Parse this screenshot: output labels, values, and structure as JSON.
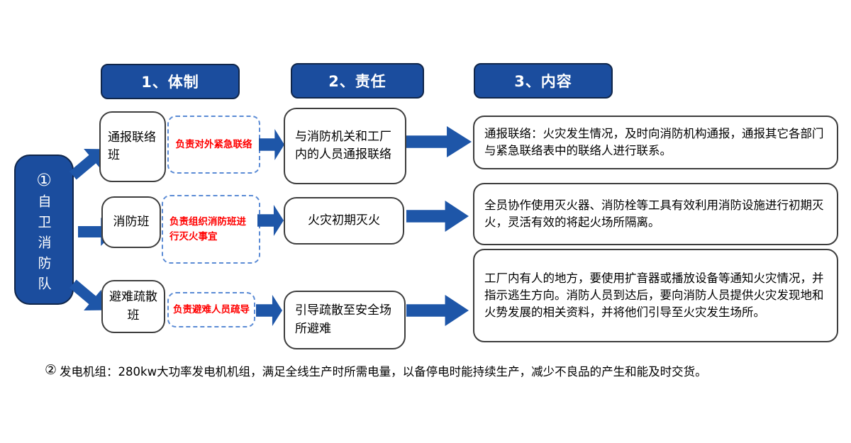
{
  "colors": {
    "primary_blue": "#1b4d9e",
    "arrow_blue": "#1e56a8",
    "dashed_border_blue": "#5b8bd5",
    "duty_text_red": "#ff0000",
    "box_border": "#3d3d3d",
    "background": "#ffffff"
  },
  "headers": [
    {
      "label": "1、体制"
    },
    {
      "label": "2、责任"
    },
    {
      "label": "3、内容"
    }
  ],
  "root": {
    "number": "①",
    "label": "自卫消防队"
  },
  "rows": [
    {
      "team": "通报联络班",
      "duty_note": "负责对外紧急联络",
      "responsibility": "与消防机关和工厂内的人员通报联络",
      "content": "通报联络：火灾发生情况，及时向消防机构通报，通报其它各部门与紧急联络表中的联络人进行联系。"
    },
    {
      "team": "消防班",
      "duty_note": "负责组织消防班进行灭火事宜",
      "responsibility": "火灾初期灭火",
      "content": "全员协作使用灭火器、消防栓等工具有效利用消防设施进行初期灭火，灵活有效的将起火场所隔离。"
    },
    {
      "team": "避难疏散班",
      "duty_note": "负责避难人员疏导",
      "responsibility": "引导疏散至安全场所避难",
      "content": "工厂内有人的地方，要使用扩音器或播放设备等通知火灾情况，并指示逃生方向。消防人员到达后，要向消防人员提供火灾发现地和火势发展的相关资料，并将他们引导至火灾发生场所。"
    }
  ],
  "footnote": {
    "marker": "②",
    "text": "发电机组：280kw大功率发电机机组，满足全线生产时所需电量，以备停电时能持续生产，减少不良品的产生和能及时交货。"
  }
}
